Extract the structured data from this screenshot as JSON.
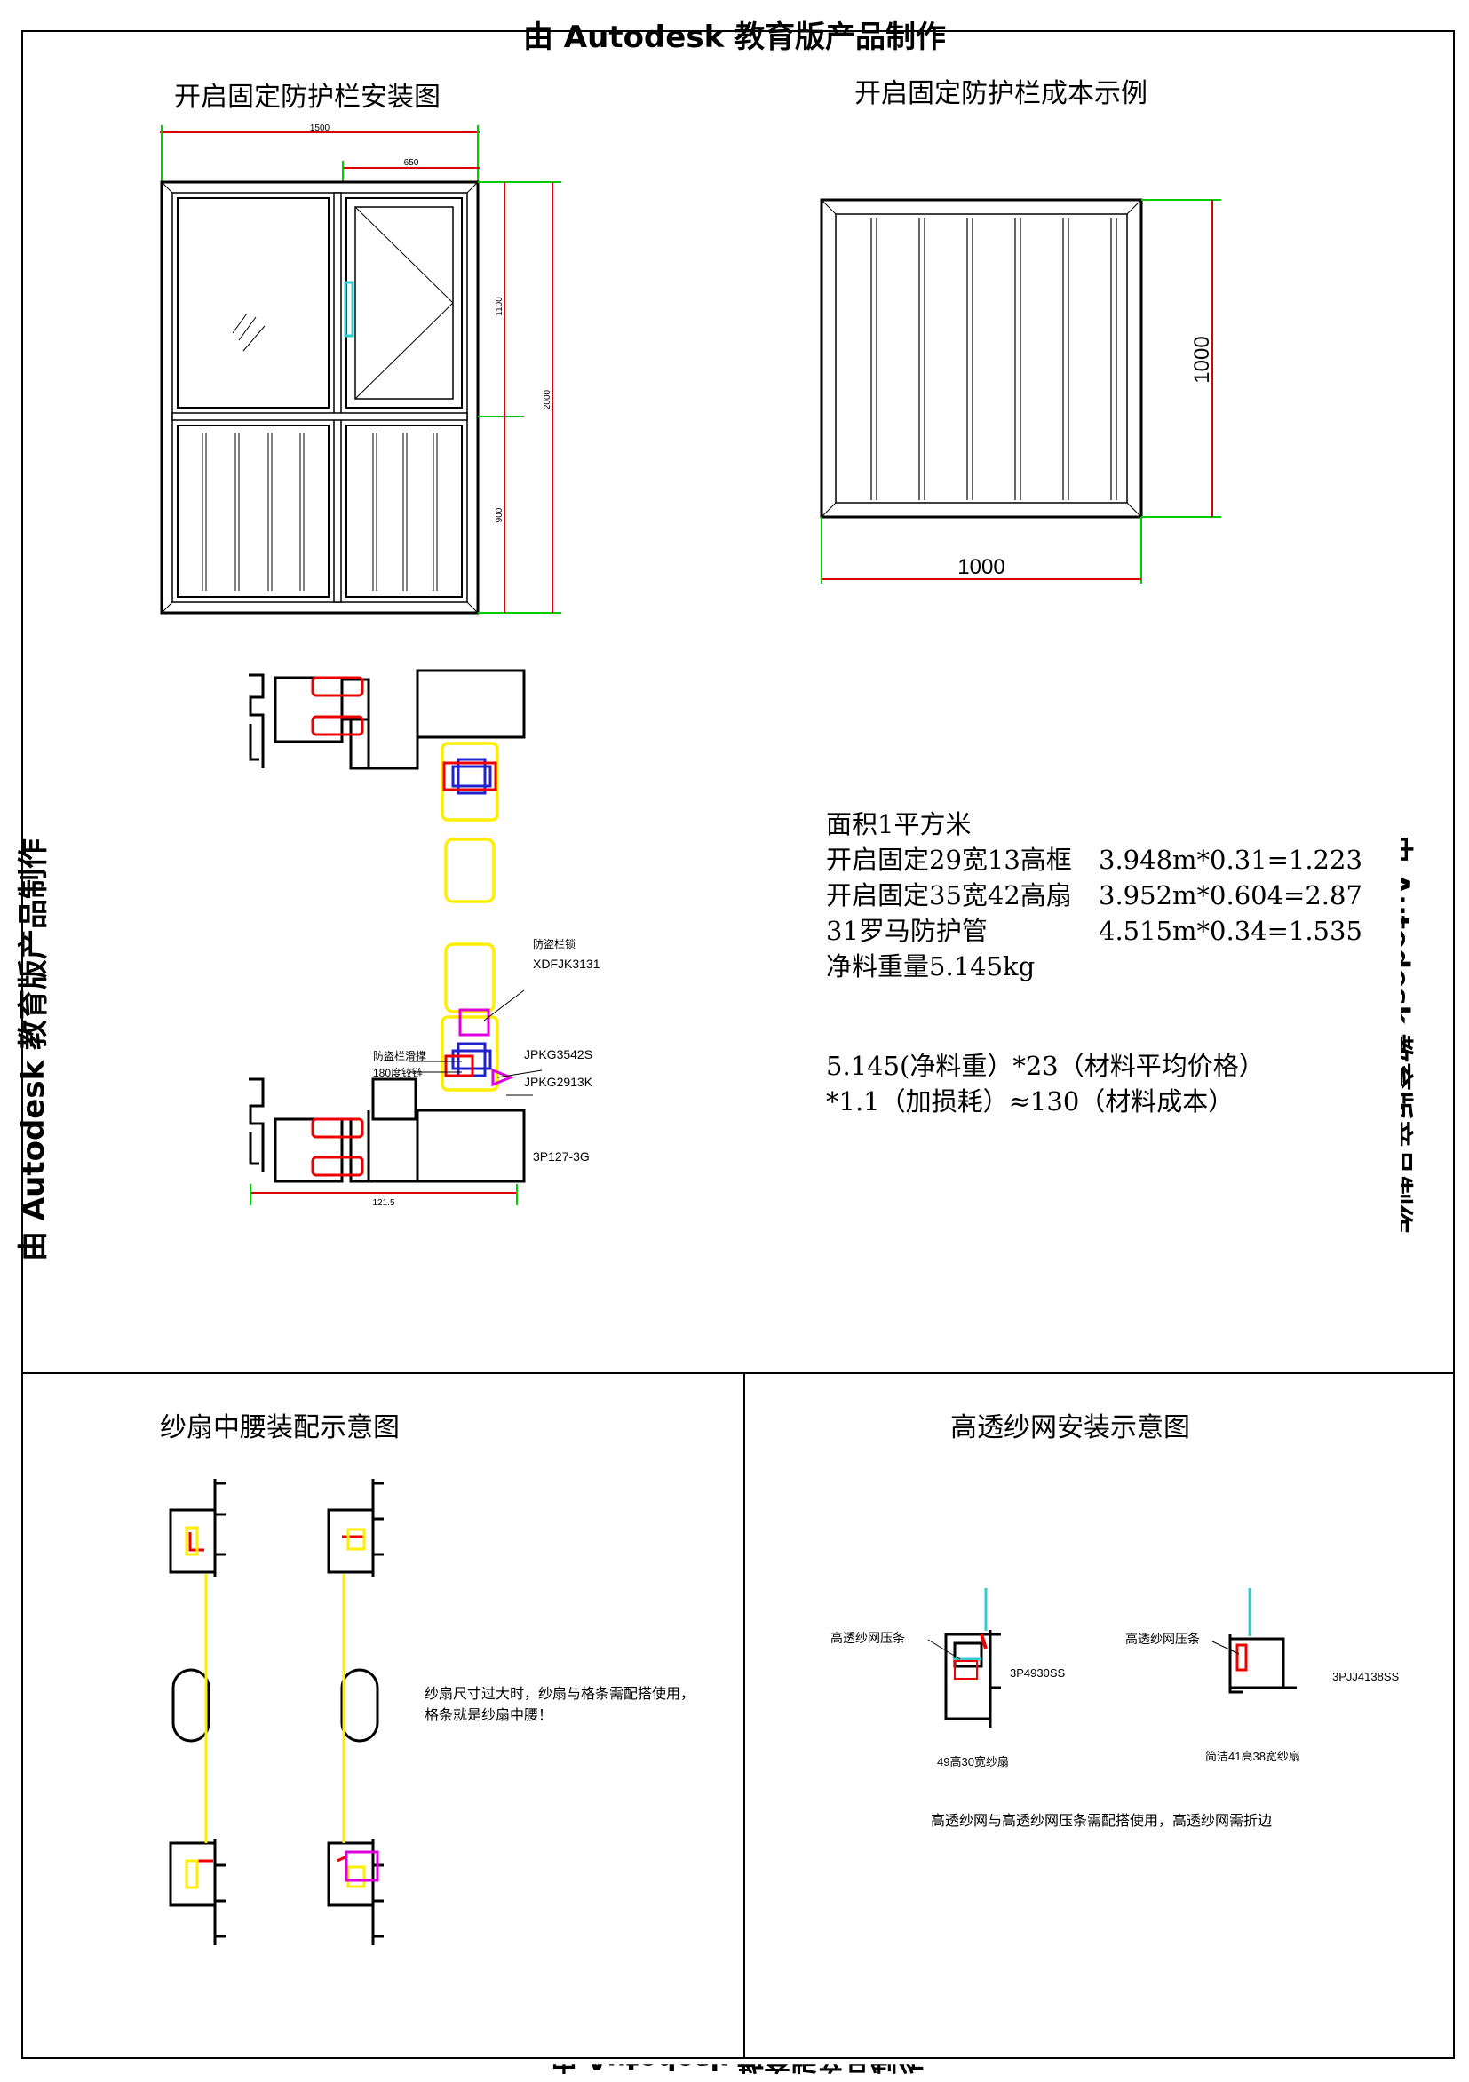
{
  "watermark": "由 Autodesk 教育版产品制作",
  "panels": {
    "install": {
      "title": "开启固定防护栏安装图",
      "dims": {
        "total_width": "1500",
        "sash_width": "650",
        "total_height": "2000",
        "upper_height": "1100",
        "lower_height": "900"
      }
    },
    "cost": {
      "title": "开启固定防护栏成本示例",
      "dims": {
        "width": "1000",
        "height": "1000"
      },
      "lines": {
        "area": "面积1平方米",
        "item1_name": "开启固定29宽13高框",
        "item1_value": "3.948m*0.31=1.223",
        "item2_name": "开启固定35宽42高扇",
        "item2_value": "3.952m*0.604=2.87",
        "item3_name": "31罗马防护管",
        "item3_value": "4.515m*0.34=1.535",
        "net_weight": "净料重量5.145kg",
        "formula1": "5.145(净料重）*23（材料平均价格）",
        "formula2": "*1.1（加损耗）≈130（材料成本）"
      }
    },
    "section": {
      "labels": {
        "lock": "防盗栏锁",
        "lock_code": "XDFJK3131",
        "slide_label": "防盗栏滑撑",
        "hinge_label": "180度铰链",
        "code1": "JPKG3542S",
        "code2": "JPKG2913K",
        "code3": "3P127-3G",
        "width": "121.5"
      }
    },
    "waist": {
      "title": "纱扇中腰装配示意图",
      "note_line1": "纱扇尺寸过大时，纱扇与格条需配搭使用，",
      "note_line2": "格条就是纱扇中腰！"
    },
    "mesh": {
      "title": "高透纱网安装示意图",
      "left_label": "高透纱网压条",
      "left_code": "3P4930SS",
      "left_caption": "49高30宽纱扇",
      "right_label": "高透纱网压条",
      "right_code": "3PJJ4138SS",
      "right_caption": "简洁41高38宽纱扇",
      "note": "高透纱网与高透纱网压条需配搭使用，高透纱网需折边"
    }
  },
  "colors": {
    "dim_ext": "#00cc00",
    "dim_line": "#dd0000",
    "seal": "#ee0000",
    "hardware": "#ffee00",
    "lock": "#2222cc",
    "handle": "#33cccc",
    "hinge": "#dd00dd"
  }
}
